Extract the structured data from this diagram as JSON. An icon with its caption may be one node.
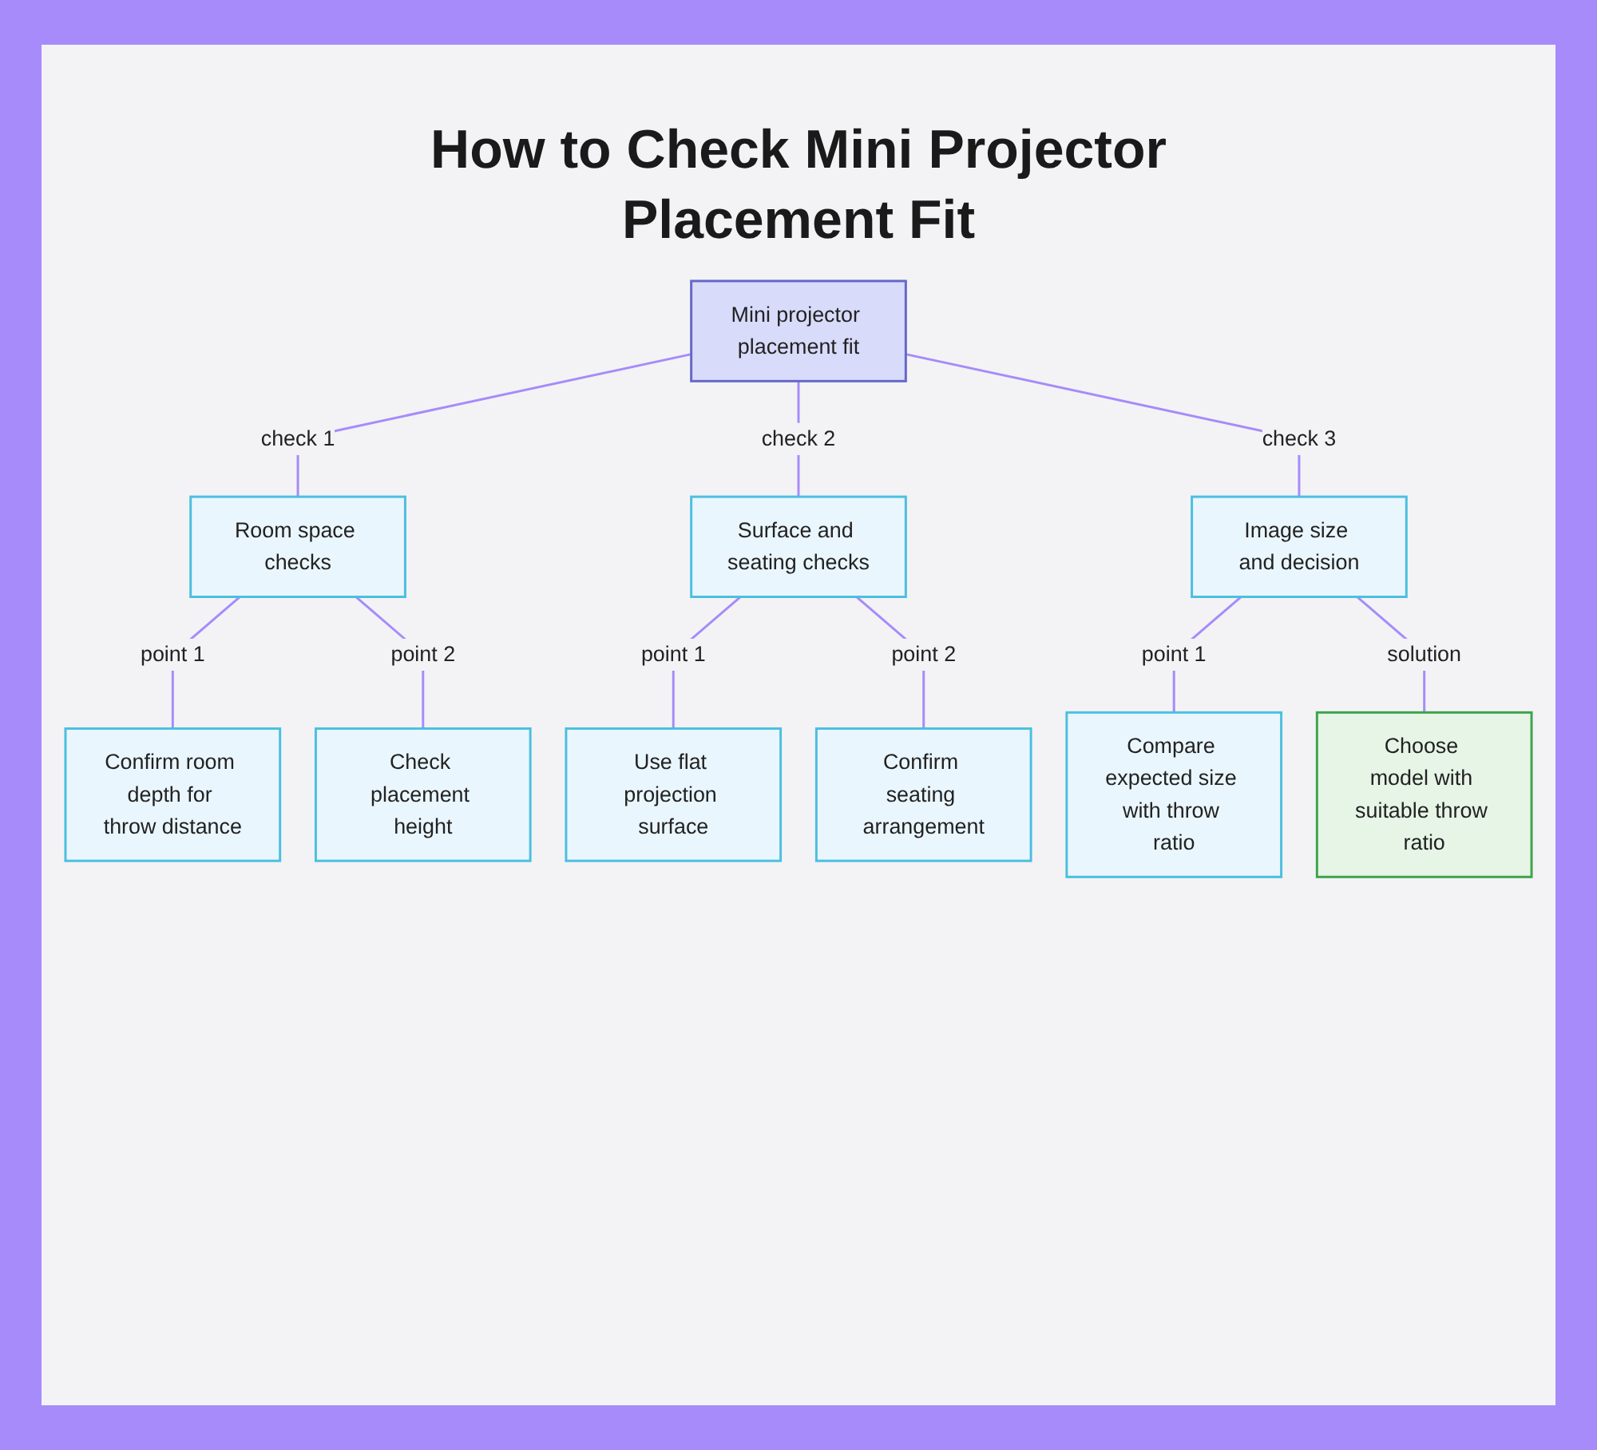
{
  "diagram": {
    "title": "How to Check Mini Projector Placement Fit",
    "nodes": [
      {
        "text": [
          "Mini projector placement fit"
        ]
      },
      {
        "text": [
          "Room space checks"
        ]
      },
      {
        "text": [
          "Surface and seating checks"
        ]
      },
      {
        "text": [
          "Image size and decision"
        ]
      },
      {
        "text": [
          "Confirm room depth for throw distance"
        ]
      },
      {
        "text": [
          "Check placement height"
        ]
      },
      {
        "text": [
          "Use flat projection surface"
        ]
      },
      {
        "text": [
          "Confirm seating arrangement"
        ]
      },
      {
        "text": [
          "Compare expected size with throw ratio"
        ]
      },
      {
        "text": [
          "Choose model with suitable throw ratio"
        ]
      }
    ],
    "edges": [
      {
        "from": 0,
        "to": 1,
        "arrow": "none",
        "label": "check 1"
      },
      {
        "from": 0,
        "to": 2,
        "arrow": "none",
        "label": "check 2"
      },
      {
        "from": 0,
        "to": 3,
        "arrow": "none",
        "label": "check 3"
      },
      {
        "from": 1,
        "to": 4,
        "arrow": "none",
        "label": "point 1"
      },
      {
        "from": 1,
        "to": 5,
        "arrow": "none",
        "label": "point 2"
      },
      {
        "from": 2,
        "to": 6,
        "arrow": "none",
        "label": "point 1"
      },
      {
        "from": 2,
        "to": 7,
        "arrow": "none",
        "label": "point 2"
      },
      {
        "from": 3,
        "to": 8,
        "arrow": "none",
        "label": "point 1"
      },
      {
        "from": 3,
        "to": 9,
        "arrow": "none",
        "label": "solution"
      }
    ]
  }
}
